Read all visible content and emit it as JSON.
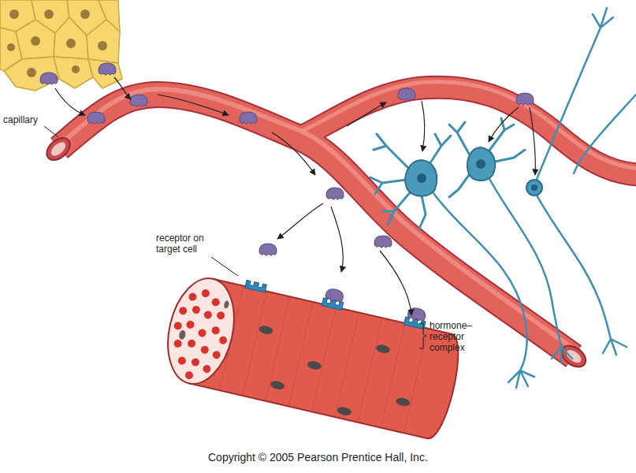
{
  "diagram": {
    "labels": [
      "capillary",
      "receptor on target cell",
      "hormone–receptor complex",
      "Copyright © 2005 Pearson Prentice Hall, Inc."
    ]
  }
}
